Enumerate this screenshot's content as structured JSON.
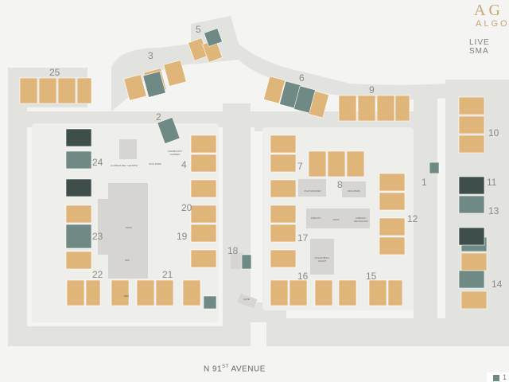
{
  "brand": {
    "logo_text": "AG",
    "name": "ALGO",
    "tagline": "LIVE SMA"
  },
  "street": {
    "name": "N 91ST AVENUE",
    "prefix": "N 91",
    "sup": "ST",
    "suffix": " AVENUE"
  },
  "colors": {
    "available": "#dfb57a",
    "leased": "#6f8a84",
    "leased_dark": "#3e4e4a",
    "road": "#e3e3e0",
    "ground": "#f4f4f2",
    "building_outline": "#d0cfcb"
  },
  "buildings": [
    "1",
    "2",
    "3",
    "4",
    "5",
    "6",
    "7",
    "8",
    "9",
    "10",
    "11",
    "12",
    "13",
    "14",
    "15",
    "16",
    "17",
    "18",
    "19",
    "20",
    "21",
    "22",
    "23",
    "24",
    "25"
  ],
  "amenities": {
    "clubhouse": "CLUBHOUSE / LEASING",
    "pool1": "POOL",
    "spa": "SPA",
    "bbq": "BBQ",
    "dog_park": "DOG PARK",
    "community_garden": "COMMUNITY GARDEN",
    "playground": "PLAYGROUND",
    "dog_park2": "DOG PARK",
    "fire_pit": "FIRE PIT",
    "pool2": "POOL",
    "cabana": "CABANA / RESTROOM",
    "volleyball": "VOLLEYBALL COURT",
    "gate": "GATE"
  },
  "legend": {
    "number": "1"
  }
}
